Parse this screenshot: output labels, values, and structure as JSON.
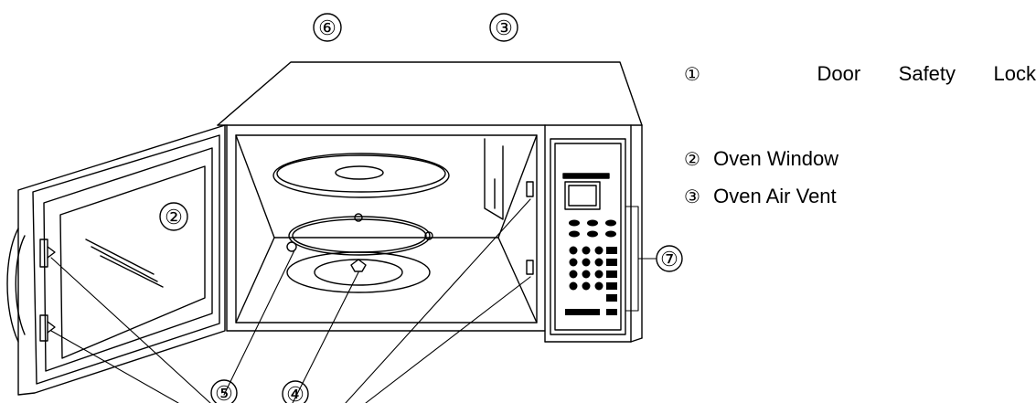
{
  "legend": [
    {
      "number": "①",
      "words": [
        "Door",
        "Safety",
        "Lock"
      ]
    },
    {
      "number": "②",
      "text": "Oven Window"
    },
    {
      "number": "③",
      "text": "Oven Air Vent"
    }
  ],
  "callouts": {
    "c2": "②",
    "c3": "③",
    "c4": "④",
    "c5": "⑤",
    "c6": "⑥",
    "c7": "⑦"
  }
}
